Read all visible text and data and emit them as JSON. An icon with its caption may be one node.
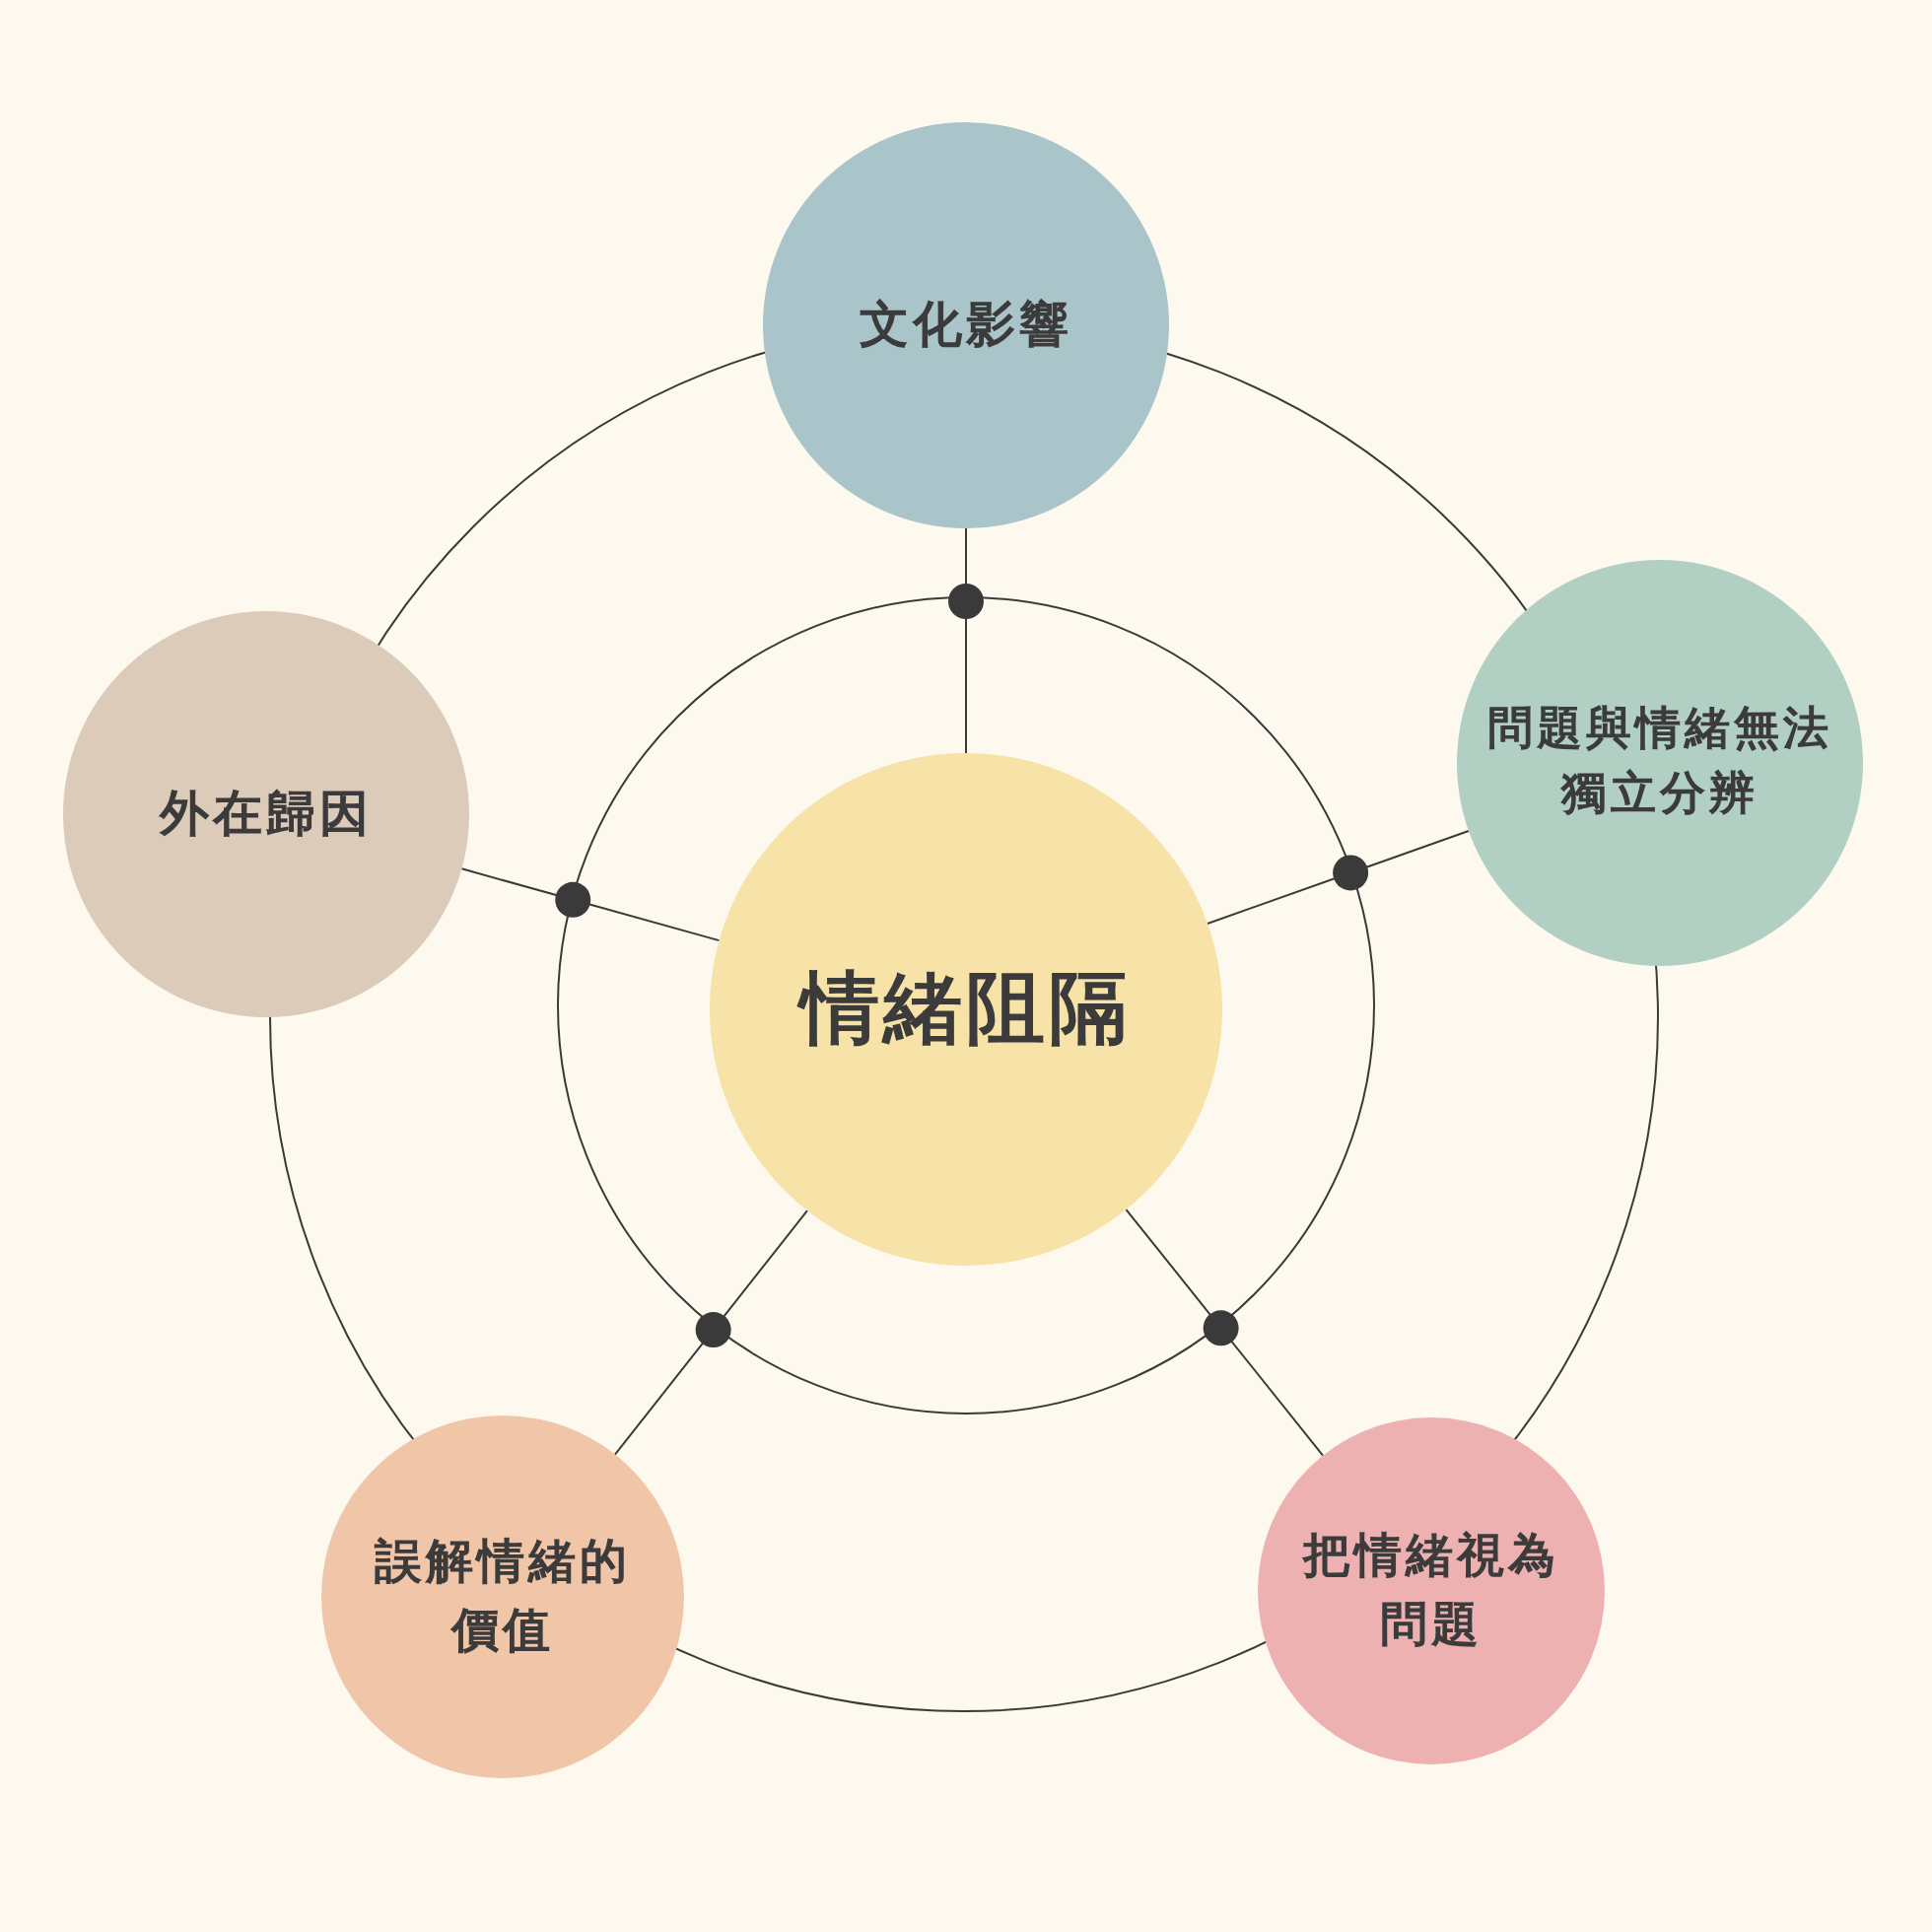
{
  "diagram": {
    "nodes": [
      {
        "text": [
          "情緒阻隔"
        ]
      },
      {
        "text": [
          "文化影響"
        ]
      },
      {
        "text": [
          "問題與情緒無法獨立分辨"
        ]
      },
      {
        "text": [
          "把情緒視為問題"
        ]
      },
      {
        "text": [
          "誤解情緒的價值"
        ]
      },
      {
        "text": [
          "外在歸因"
        ]
      }
    ],
    "edges": [
      {
        "from": 0,
        "to": 1,
        "arrow": "none"
      },
      {
        "from": 0,
        "to": 2,
        "arrow": "none"
      },
      {
        "from": 0,
        "to": 3,
        "arrow": "none"
      },
      {
        "from": 0,
        "to": 4,
        "arrow": "none"
      },
      {
        "from": 0,
        "to": 5,
        "arrow": "none"
      }
    ]
  }
}
